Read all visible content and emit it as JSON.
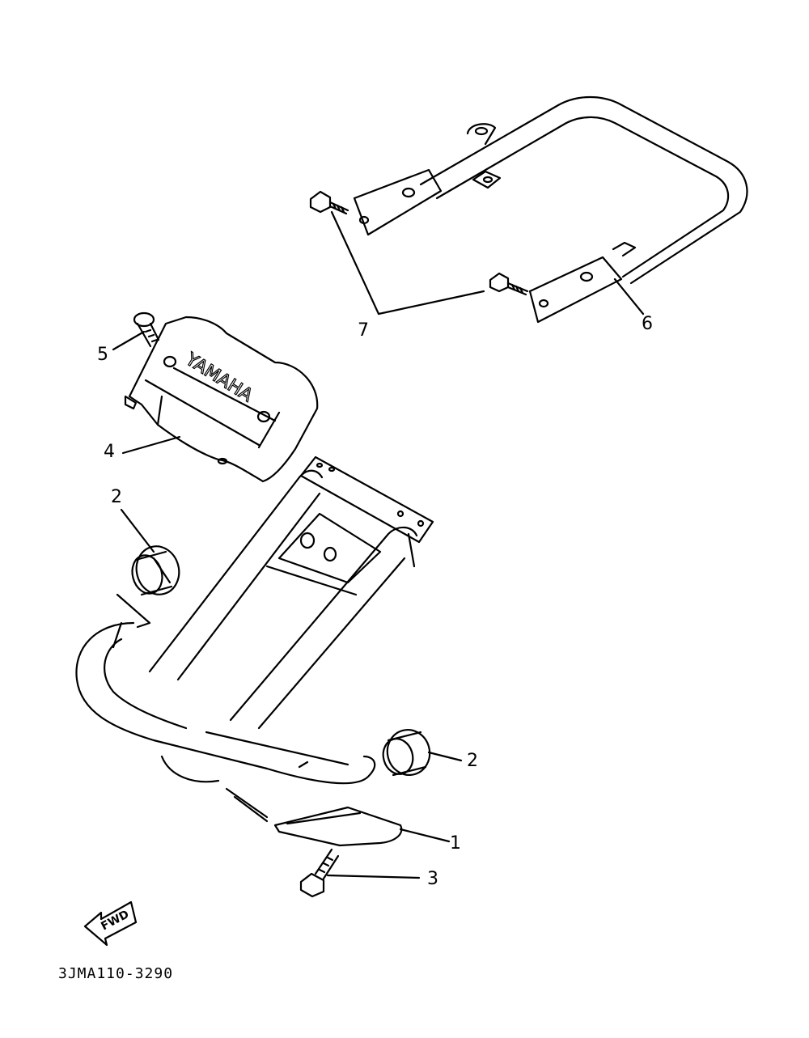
{
  "callouts": {
    "c1": "1",
    "c2a": "2",
    "c2b": "2",
    "c3": "3",
    "c4": "4",
    "c5": "5",
    "c6": "6",
    "c7": "7"
  },
  "brand_text": "YAMAHA",
  "fwd_label": "FWD",
  "diagram_code": "3JMA110-3290"
}
